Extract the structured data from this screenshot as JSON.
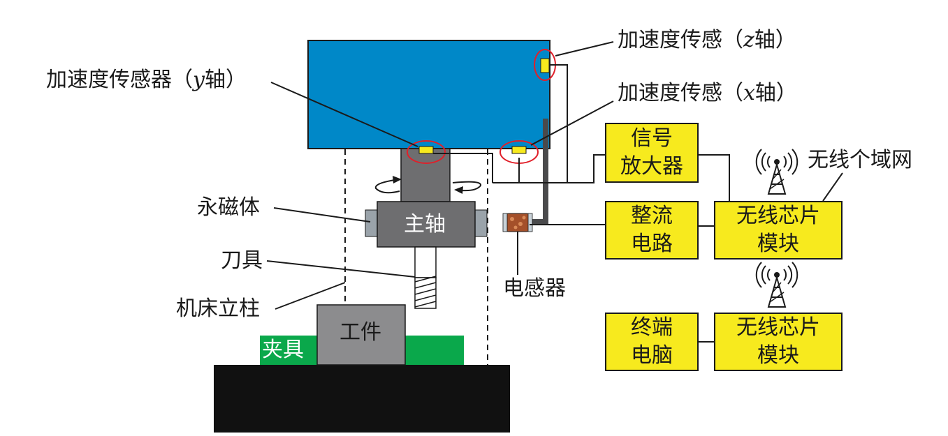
{
  "labels": {
    "accel_y_pre": "加速度传感器（",
    "accel_y_axis": "y",
    "accel_y_post": "轴）",
    "accel_z_pre": "加速度传感（",
    "accel_z_axis": "z",
    "accel_z_post": "轴）",
    "accel_x_pre": "加速度传感（",
    "accel_x_axis": "x",
    "accel_x_post": "轴）",
    "magnet": "永磁体",
    "tool": "刀具",
    "column": "机床立柱",
    "inductor": "电感器",
    "wpan": "无线个域网",
    "spindle": "主轴",
    "workpiece": "工件",
    "fixture": "夹具"
  },
  "boxes": {
    "amplifier": [
      "信号",
      "放大器"
    ],
    "rectifier": [
      "整流",
      "电路"
    ],
    "wireless_chip_1": [
      "无线芯片",
      "模块"
    ],
    "terminal": [
      "终端",
      "电脑"
    ],
    "wireless_chip_2": [
      "无线芯片",
      "模块"
    ]
  },
  "colors": {
    "headstock": "#0088c8",
    "sensor": "#f7ea1e",
    "highlight_ring": "#e0202a",
    "spindle_gray": "#6e6e70",
    "block_box": "#f7ea1e",
    "fixture": "#0aa84b",
    "base": "#111111",
    "workpiece": "#8c8c8e"
  },
  "icons": [
    "antenna-icon",
    "antenna-icon"
  ]
}
